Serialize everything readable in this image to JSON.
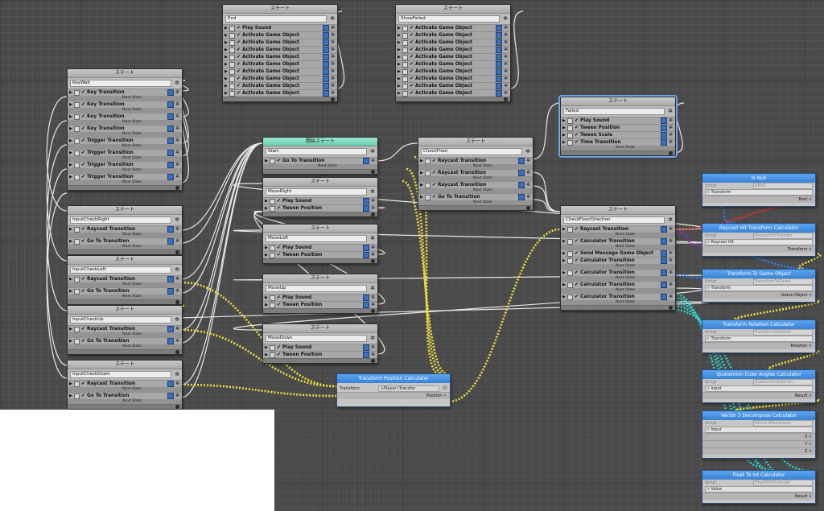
{
  "state_title": "ステート",
  "start_title": "開始ステート",
  "next_state": "Next State",
  "nodes": [
    {
      "id": "n-end",
      "title": "ステート",
      "name": "End",
      "rows": [
        "Play Sound",
        "Activate Game Object",
        "Activate Game Object",
        "Activate Game Object",
        "Activate Game Object",
        "Activate Game Object",
        "Activate Game Object",
        "Activate Game Object",
        "Activate Game Object",
        "Activate Game Object"
      ]
    },
    {
      "id": "n-showfailed",
      "title": "ステート",
      "name": "ShowFailed",
      "rows": [
        "Activate Game Object",
        "Activate Game Object",
        "Activate Game Object",
        "Activate Game Object",
        "Activate Game Object",
        "Activate Game Object",
        "Activate Game Object",
        "Activate Game Object",
        "Activate Game Object",
        "Activate Game Object"
      ]
    },
    {
      "id": "n-keywait",
      "title": "ステート",
      "name": "KeyWait",
      "rows": [
        "Key Transition",
        "Key Transition",
        "Key Transition",
        "Key Transition",
        "Trigger Transition",
        "Trigger Transition",
        "Trigger Transition",
        "Trigger Transition"
      ],
      "sub": true
    },
    {
      "id": "n-start",
      "title": "開始ステート",
      "name": "Start",
      "rows": [
        "Go To Transition"
      ],
      "sub": true
    },
    {
      "id": "n-checkfloor",
      "title": "ステート",
      "name": "CheckFloor",
      "rows": [
        "Raycast Transition",
        "Raycast Transition",
        "Raycast Transition",
        "Go To Transition"
      ],
      "sub": true
    },
    {
      "id": "n-failed",
      "title": "ステート",
      "name": "Failed",
      "rows": [
        "Play Sound",
        "Tween Position",
        "Tween Scale",
        "Time Transition"
      ],
      "sub": true
    },
    {
      "id": "n-moveright",
      "title": "ステート",
      "name": "MoveRight",
      "rows": [
        "Play Sound",
        "Tween Position"
      ],
      "sub": true
    },
    {
      "id": "n-moveleft",
      "title": "ステート",
      "name": "MoveLeft",
      "rows": [
        "Play Sound",
        "Tween Position"
      ],
      "sub": true
    },
    {
      "id": "n-moveup",
      "title": "ステート",
      "name": "MoveUp",
      "rows": [
        "Play Sound",
        "Tween Position"
      ],
      "sub": true
    },
    {
      "id": "n-movedown",
      "title": "ステート",
      "name": "MoveDown",
      "rows": [
        "Play Sound",
        "Tween Position"
      ],
      "sub": true
    },
    {
      "id": "n-inputright",
      "title": "ステート",
      "name": "InputCheckRight",
      "rows": [
        "Raycast Transition",
        "Go To Transition"
      ],
      "sub": true
    },
    {
      "id": "n-inputleft",
      "title": "ステート",
      "name": "InputCheckLeft",
      "rows": [
        "Raycast Transition",
        "Go To Transition"
      ],
      "sub": true
    },
    {
      "id": "n-inputup",
      "title": "ステート",
      "name": "InputCheckUp",
      "rows": [
        "Raycast Transition",
        "Go To Transition"
      ],
      "sub": true
    },
    {
      "id": "n-inputdown",
      "title": "ステート",
      "name": "InputCheckDown",
      "rows": [
        "Raycast Transition",
        "Go To Transition"
      ],
      "sub": true
    },
    {
      "id": "n-checkfloordir",
      "title": "ステート",
      "name": "CheckFloorDirection",
      "rows": [
        "Raycast Transition",
        "Calculator Transition",
        "Send Message Game Object",
        "Calculator Transition",
        "Calculator Transition",
        "Calculator Transition",
        "Calculator Transition"
      ],
      "sub": true
    }
  ],
  "calcs": {
    "transform_pos": {
      "title": "Transform Position Calculator",
      "transform_label": "Transform",
      "transform_value": "⚠Player (Transfor",
      "output": "Position ⟐"
    },
    "isnull": {
      "title": "Is Null",
      "script_label": "Script",
      "script_value": "IsNull",
      "input": "⟐ Transform",
      "output": "Bool ⟐"
    },
    "raycasthit": {
      "title": "Raycast Hit Transform Calculator",
      "script_label": "Script",
      "script_value": "RaycastHitTransfor",
      "input": "⟐ Raycast Hit",
      "output": "Transform ⟐"
    },
    "togameobject": {
      "title": "Transform To Game Object",
      "script_label": "Script",
      "script_value": "TransformToGame",
      "input": "⟐ Transform",
      "output": "Game Object ⟐"
    },
    "rotation": {
      "title": "Transform Rotation Calculator",
      "script_label": "Script",
      "script_value": "TransformRotation",
      "input": "⟐ Transform",
      "output": "Rotation ⟐"
    },
    "euler": {
      "title": "Quaternion Euler Angles Calculator",
      "script_label": "Script",
      "script_value": "QuaternionEulerAn",
      "input": "⟐ Input",
      "output": "Result ⟐"
    },
    "vec3": {
      "title": "Vector 3 Decompose Calculator",
      "script_label": "Script",
      "script_value": "Vector3Decompos",
      "input": "⟐ Input",
      "x": "X ⟐",
      "y": "Y ⟐",
      "z": "Z ⟐"
    },
    "floattoint": {
      "title": "Float To Int Calculator",
      "script_label": "Script",
      "script_value": "FloatToIntCalculat",
      "input": "⟐ Value",
      "output": "Result ⟐"
    }
  },
  "colors": {
    "canvas": "#4a4a4a",
    "start_header": "#7fd9be",
    "calc_header": "#4a94e4",
    "link_yellow": "#f0e040",
    "link_red": "#e03030",
    "link_cyan": "#30d0d0",
    "link_purple": "#9030c0",
    "link_blue": "#3080f0",
    "wire": "#e8e8e8"
  }
}
